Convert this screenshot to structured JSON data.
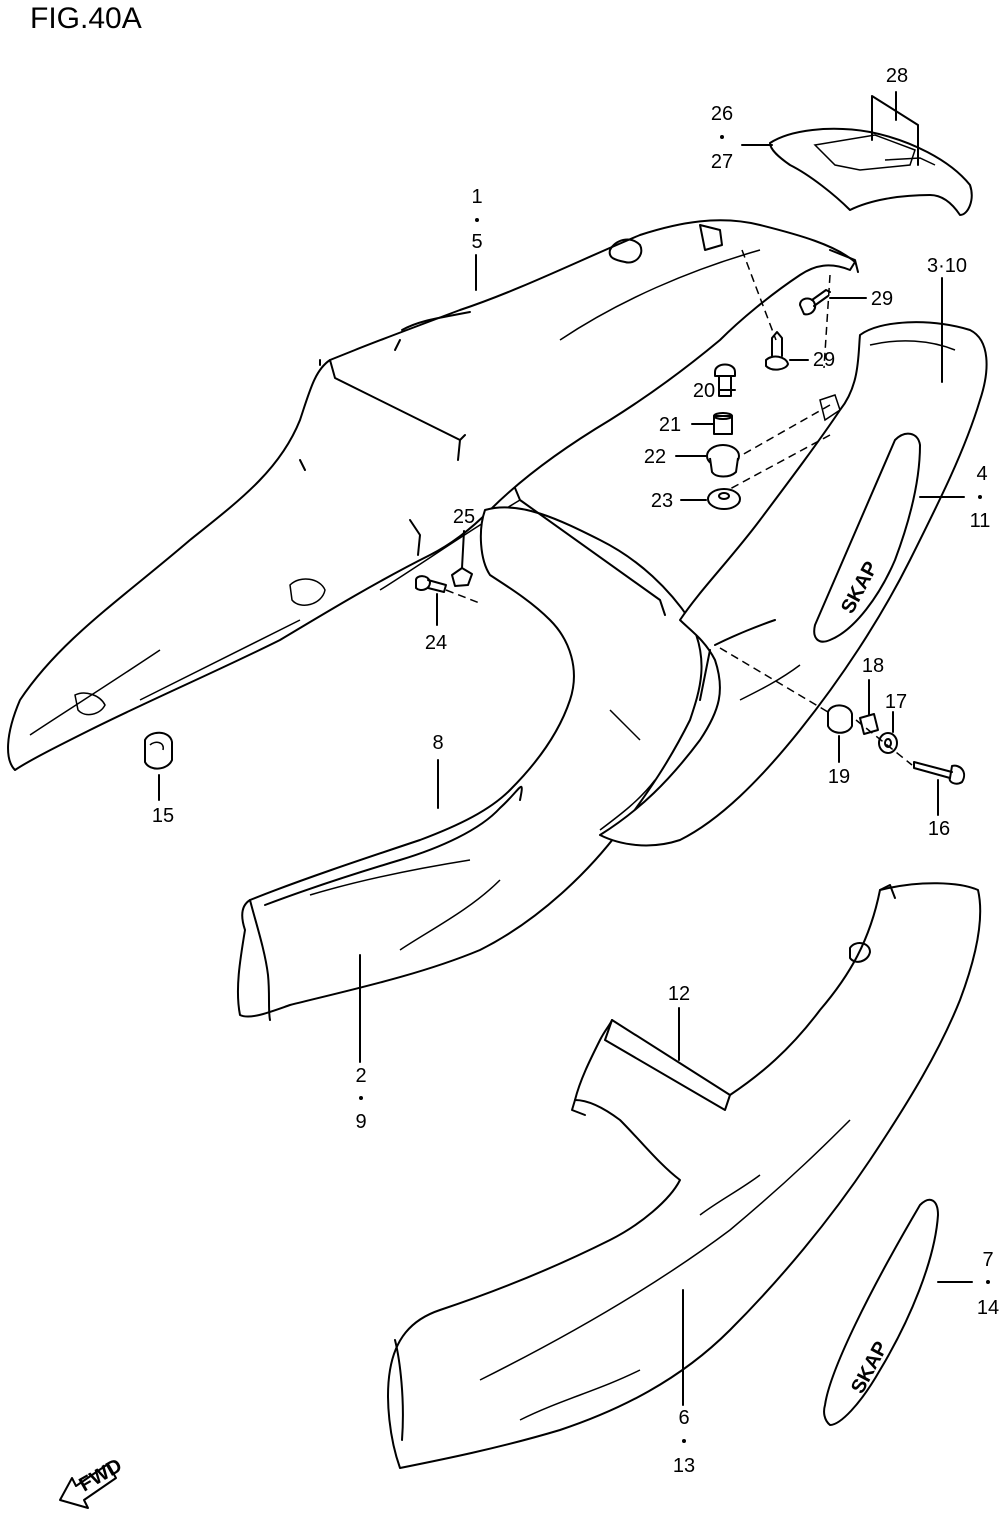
{
  "figure": {
    "title": "FIG.40A",
    "fwd_label": "FWD",
    "emblem_text": "SKAP"
  },
  "callouts": [
    {
      "id": "c1-5",
      "top": "1",
      "bottom": "5"
    },
    {
      "id": "c26-27",
      "top": "26",
      "bottom": "27"
    },
    {
      "id": "c28",
      "top": "28"
    },
    {
      "id": "c3-10",
      "top": "3·10"
    },
    {
      "id": "c29a",
      "top": "29"
    },
    {
      "id": "c29b",
      "top": "29"
    },
    {
      "id": "c20",
      "top": "20"
    },
    {
      "id": "c21",
      "top": "21"
    },
    {
      "id": "c22",
      "top": "22"
    },
    {
      "id": "c23",
      "top": "23"
    },
    {
      "id": "c4-11",
      "top": "4",
      "bottom": "11"
    },
    {
      "id": "c25",
      "top": "25"
    },
    {
      "id": "c24",
      "top": "24"
    },
    {
      "id": "c18",
      "top": "18"
    },
    {
      "id": "c17",
      "top": "17"
    },
    {
      "id": "c19",
      "top": "19"
    },
    {
      "id": "c16",
      "top": "16"
    },
    {
      "id": "c15",
      "top": "15"
    },
    {
      "id": "c8",
      "top": "8"
    },
    {
      "id": "c2-9",
      "top": "2",
      "bottom": "9"
    },
    {
      "id": "c12",
      "top": "12"
    },
    {
      "id": "c7-14",
      "top": "7",
      "bottom": "14"
    },
    {
      "id": "c6-13",
      "top": "6",
      "bottom": "13"
    }
  ]
}
